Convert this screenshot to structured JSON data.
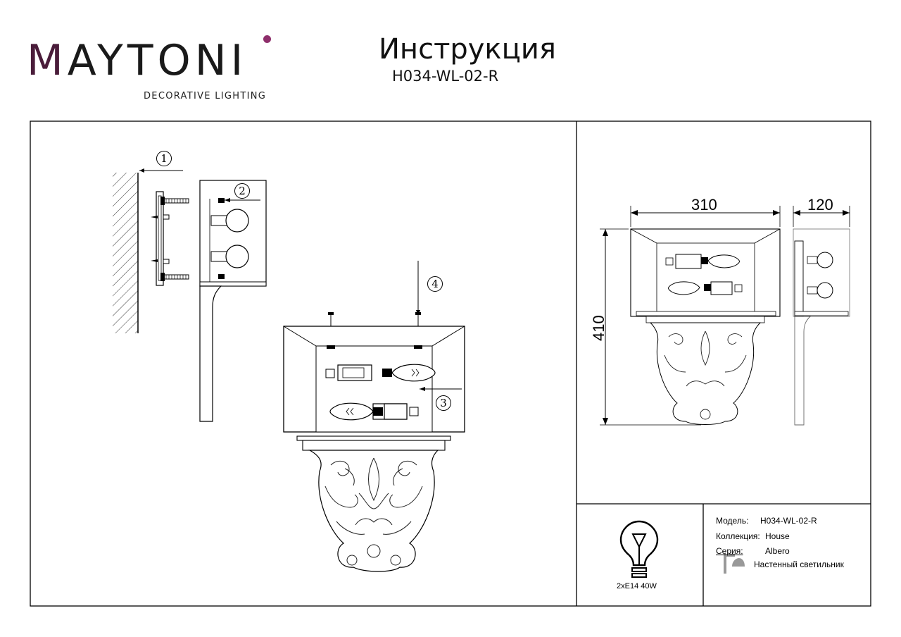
{
  "brand": {
    "name_first": "M",
    "name_rest": "AYTONI",
    "tagline": "DECORATIVE LIGHTING"
  },
  "header": {
    "title": "Инструкция",
    "model": "H034-WL-02-R"
  },
  "callouts": [
    "1",
    "2",
    "3",
    "4"
  ],
  "dimensions": {
    "width": "310",
    "depth": "120",
    "height": "410"
  },
  "bulb": {
    "spec": "2xE14 40W"
  },
  "specs": {
    "model_label": "Модель:",
    "model_value": "H034-WL-02-R",
    "collection_label": "Коллекция:",
    "collection_value": "House",
    "series_label": "Серия:",
    "series_value": "Albero",
    "type_value": "Настенный светильник"
  }
}
